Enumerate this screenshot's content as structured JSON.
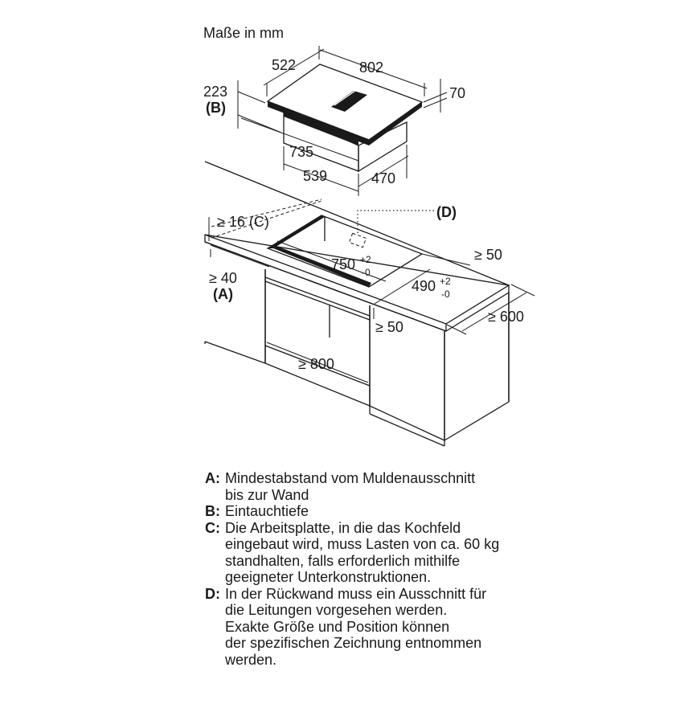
{
  "title": "Maße in mm",
  "dimensions": {
    "depth": "522",
    "width": "802",
    "height_total": "223",
    "height_label": "(B)",
    "top_thickness": "70",
    "body_width": "735",
    "body_depth_front": "539",
    "body_depth_side": "470",
    "wall_gap": "≥ 16 (C)",
    "detail_label": "(D)",
    "cutout_width": "750",
    "cutout_depth": "490",
    "tolerance_plus": "+2",
    "tolerance_minus": "-0",
    "min_wall_distance": "≥ 40",
    "min_wall_label": "(A)",
    "side_clearance_back": "≥ 50",
    "side_clearance_front": "≥ 50",
    "worktop_depth": "≥ 600",
    "cabinet_width": "≥ 800"
  },
  "legend": [
    {
      "key": "A",
      "lines": [
        "Mindestabstand vom Muldenausschnitt",
        "bis zur Wand"
      ]
    },
    {
      "key": "B",
      "lines": [
        "Eintauchtiefe"
      ]
    },
    {
      "key": "C",
      "lines": [
        "Die Arbeitsplatte, in die das Kochfeld",
        "eingebaut wird, muss Lasten von ca. 60 kg",
        "standhalten, falls erforderlich mithilfe",
        "geeigneter Unterkonstruktionen."
      ]
    },
    {
      "key": "D",
      "lines": [
        "In der Rückwand muss ein Ausschnitt für",
        "die Leitungen vorgesehen werden.",
        "Exakte Größe und Position können",
        "der spezifischen Zeichnung entnommen",
        "werden."
      ]
    }
  ]
}
